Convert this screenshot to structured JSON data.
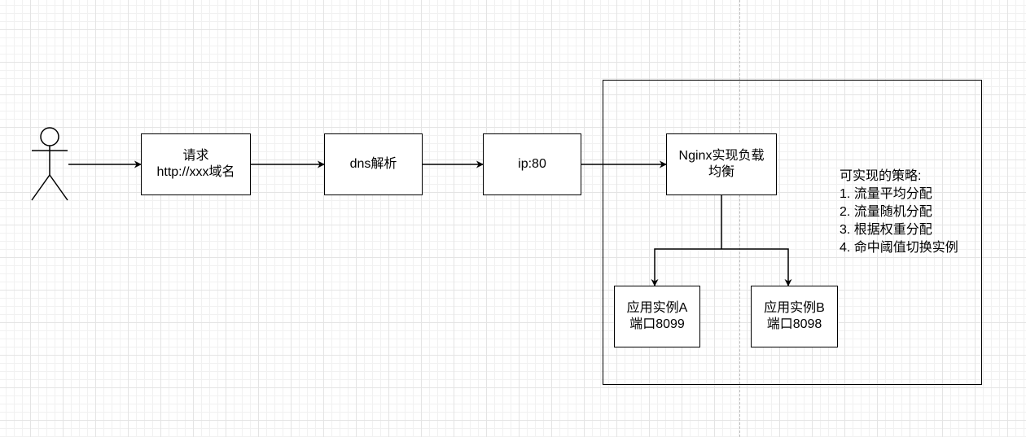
{
  "nodes": {
    "request": "请求\nhttp://xxx域名",
    "dns": "dns解析",
    "ip": "ip:80",
    "nginx": "Nginx实现负载\n均衡",
    "instance_a": "应用实例A\n端口8099",
    "instance_b": "应用实例B\n端口8098"
  },
  "strategy_note": {
    "title": "可实现的策略:",
    "items": [
      "1. 流量平均分配",
      "2. 流量随机分配",
      "3. 根据权重分配",
      "4. 命中阈值切换实例"
    ]
  }
}
